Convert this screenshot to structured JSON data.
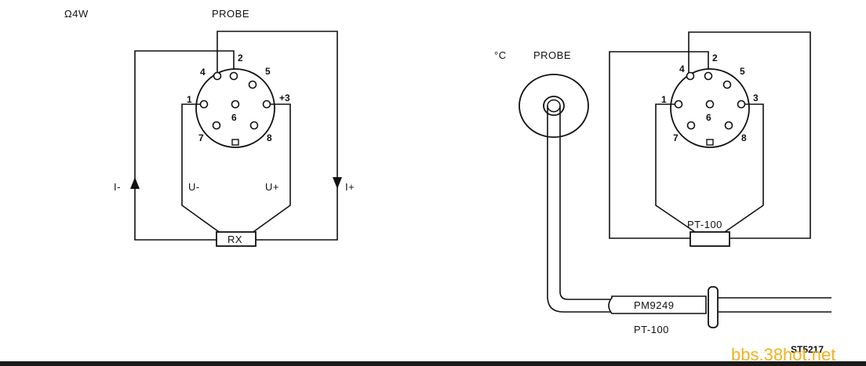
{
  "left_diagram": {
    "mode_label": "Ω4W",
    "title": "PROBE",
    "pins": [
      "1",
      "2",
      "+3",
      "4",
      "5",
      "6",
      "7",
      "8"
    ],
    "current_minus_label": "I-",
    "current_plus_label": "I+",
    "voltage_minus_label": "U-",
    "voltage_plus_label": "U+",
    "resistor_label": "RX"
  },
  "right_diagram": {
    "mode_label": "°C",
    "title": "PROBE",
    "pins": [
      "1",
      "2",
      "3",
      "4",
      "5",
      "6",
      "7",
      "8"
    ],
    "sensor_label": "PT-100",
    "probe_model": "PM9249",
    "probe_type": "PT-100"
  },
  "figure_code": "ST5217",
  "watermark": "bbs.38hot.net",
  "colors": {
    "ink": "#111111",
    "watermark": "#f2b21e",
    "bottom_bar": "#1a1a1a"
  }
}
